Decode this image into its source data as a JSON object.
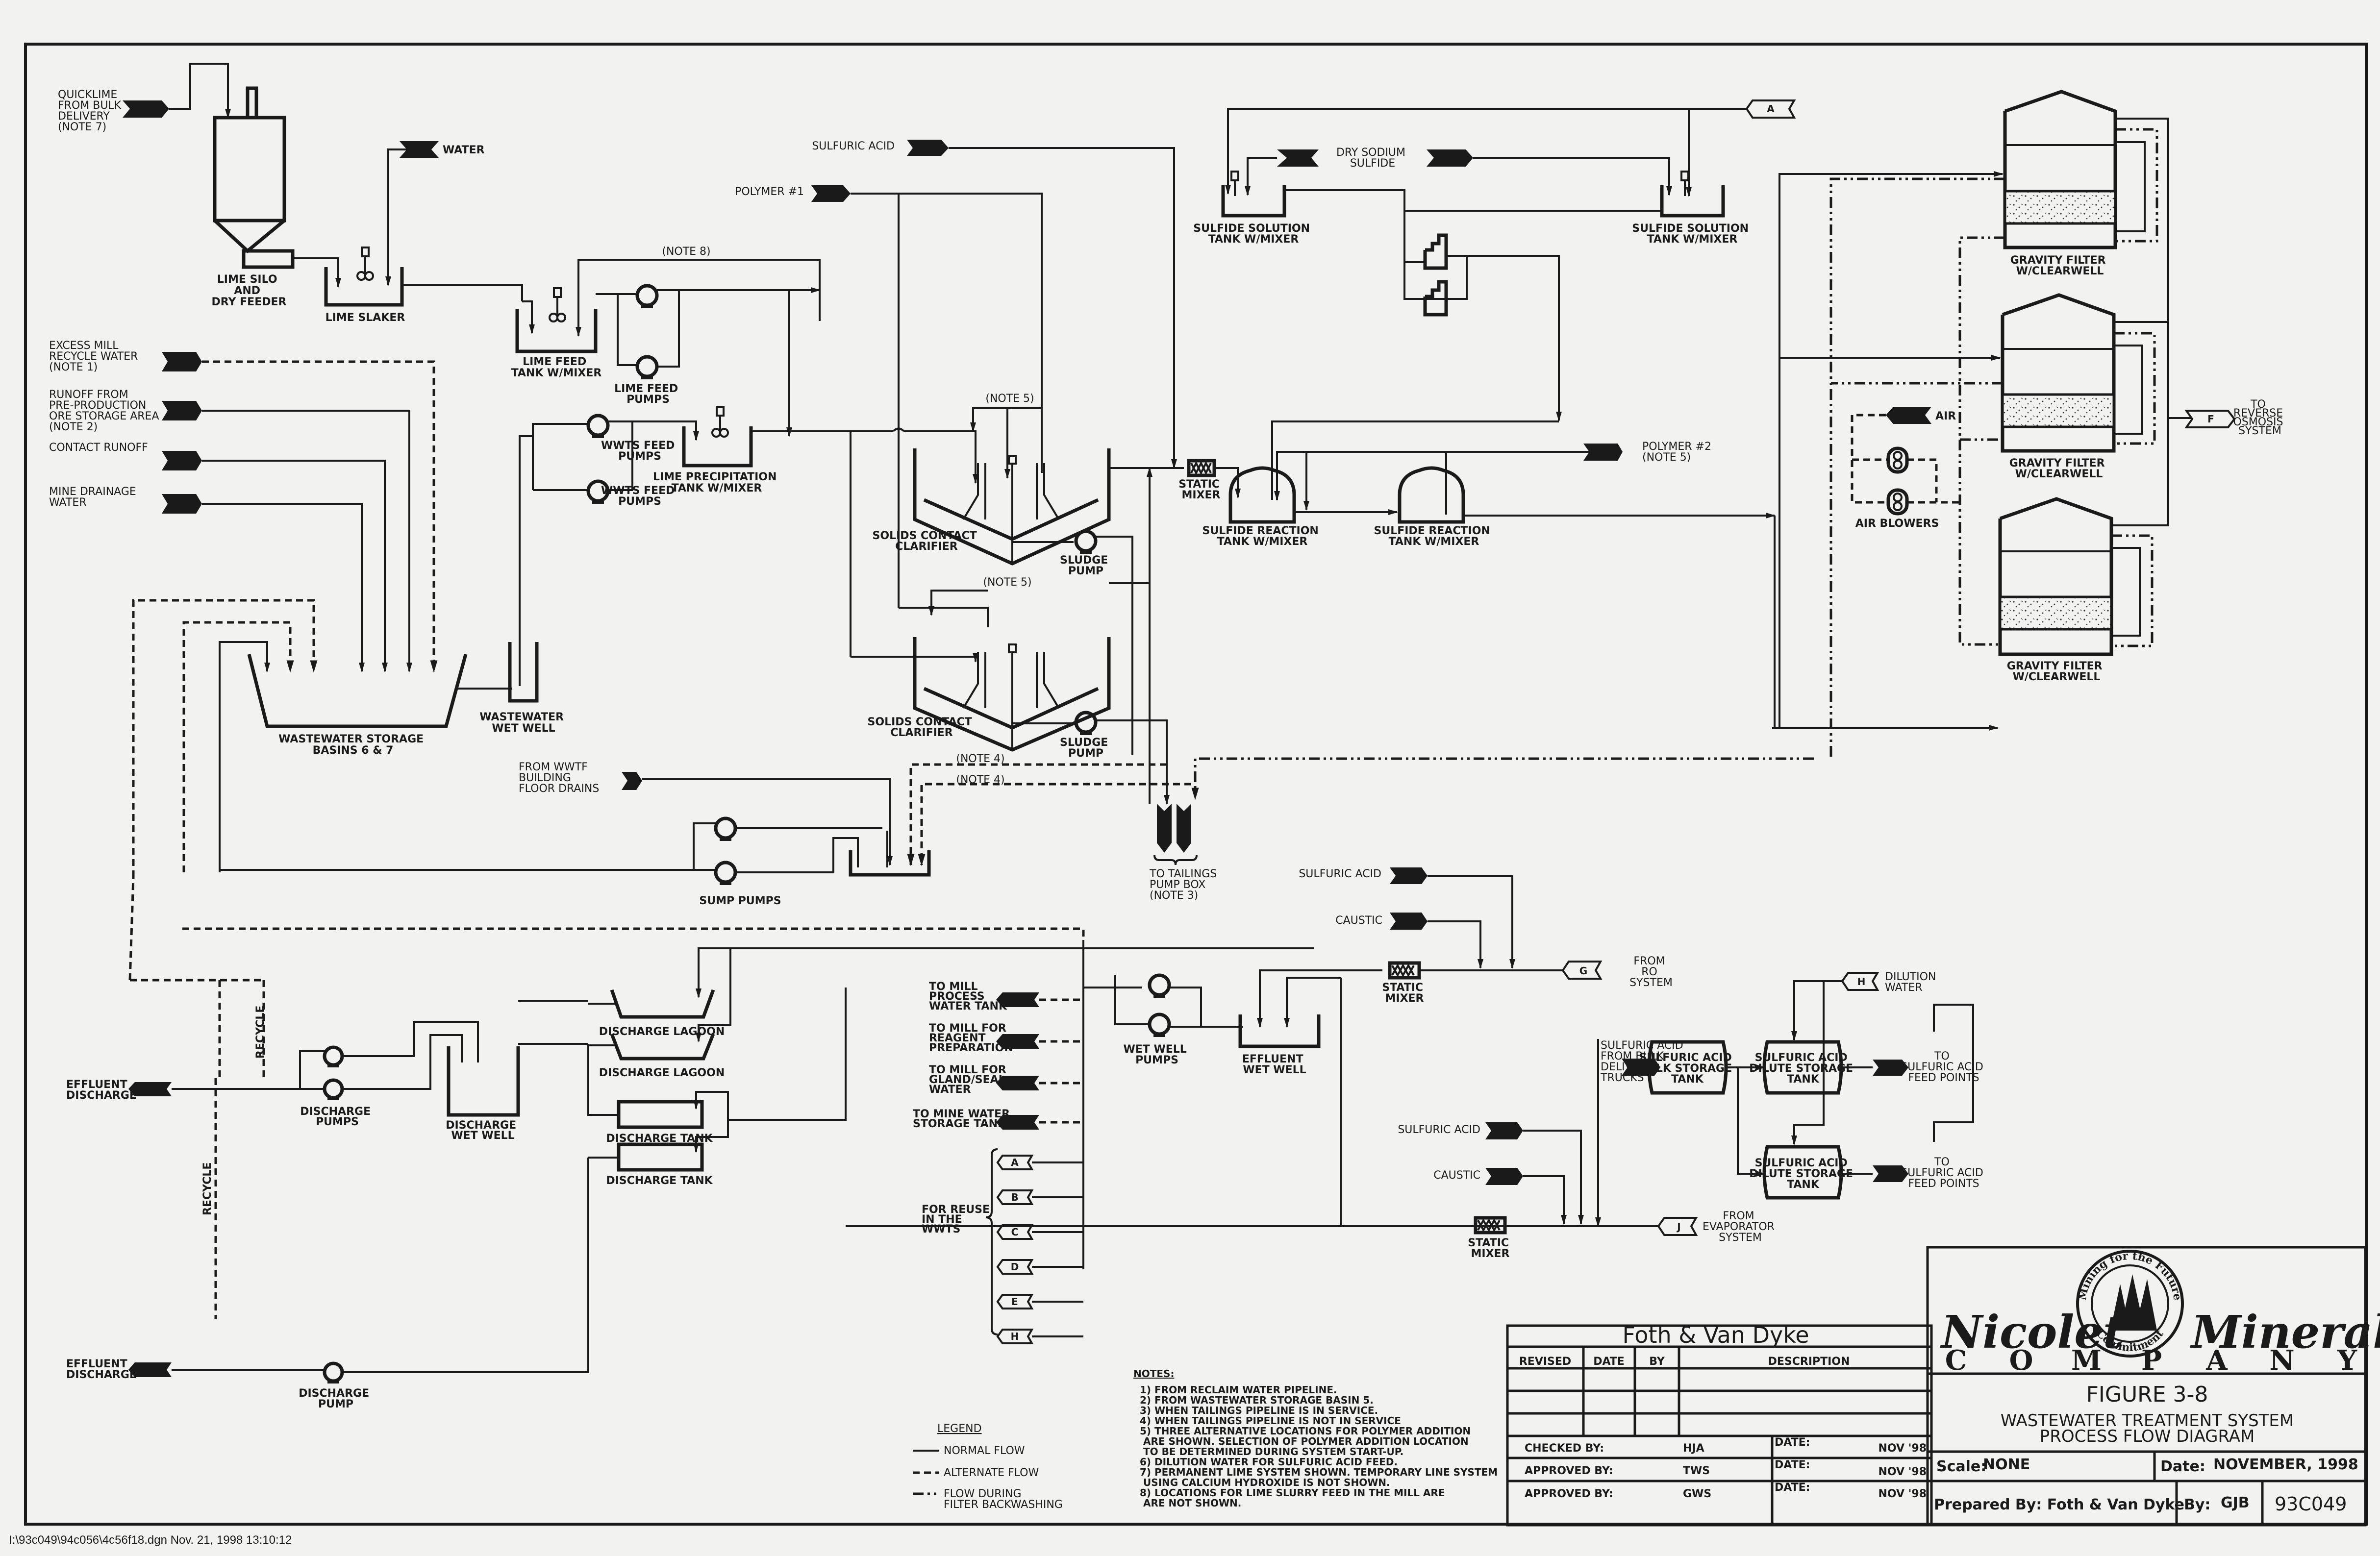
{
  "drawing": {
    "title": "WASTEWATER TREATMENT SYSTEM PROCESS FLOW DIAGRAM",
    "file_footer": "I:\\93c049\\94c056\\4c56f18.dgn  Nov. 21, 1998  13:10:12"
  },
  "inputs": {
    "quicklime": [
      "QUICKLIME",
      "FROM BULK",
      "DELIVERY",
      "(NOTE 7)"
    ],
    "water": "WATER",
    "excess_mill": [
      "EXCESS MILL",
      "RECYCLE WATER",
      "(NOTE 1)"
    ],
    "runoff_preprod": [
      "RUNOFF FROM",
      "PRE-PRODUCTION",
      "ORE STORAGE AREA",
      "(NOTE 2)"
    ],
    "contact_runoff": "CONTACT RUNOFF",
    "mine_drainage": [
      "MINE DRAINAGE",
      "WATER"
    ],
    "sulfuric_acid_1": "SULFURIC ACID",
    "polymer_1": "POLYMER #1",
    "dry_sodium_sulfide": [
      "DRY SODIUM",
      "SULFIDE"
    ],
    "polymer_2": [
      "POLYMER #2",
      "(NOTE 5)"
    ],
    "wwtf_drains": [
      "FROM WWTF",
      "BUILDING",
      "FLOOR DRAINS"
    ],
    "sulfuric_acid_2": "SULFURIC ACID",
    "caustic_1": "CAUSTIC",
    "sulfuric_acid_3": "SULFURIC ACID",
    "caustic_2": "CAUSTIC",
    "sulfuric_bulk": [
      "SULFURIC ACID",
      "FROM BULK",
      "DELIVERY",
      "TRUCKS"
    ],
    "air": "AIR"
  },
  "equipment": {
    "lime_silo": [
      "LIME SILO",
      "AND",
      "DRY FEEDER"
    ],
    "lime_slaker": "LIME SLAKER",
    "lime_feed_tank": [
      "LIME FEED",
      "TANK W/MIXER"
    ],
    "lime_feed_pumps": [
      "LIME FEED",
      "PUMPS"
    ],
    "wwts_feed_pumps_1": [
      "WWTS FEED",
      "PUMPS"
    ],
    "wwts_feed_pumps_2": [
      "WWTS FEED",
      "PUMPS"
    ],
    "lime_precip_tank": [
      "LIME PRECIPITATION",
      "TANK W/MIXER"
    ],
    "storage_basins": [
      "WASTEWATER STORAGE",
      "BASINS 6 & 7"
    ],
    "wastewater_wet_well": [
      "WASTEWATER",
      "WET WELL"
    ],
    "clarifier_1": [
      "SOLIDS CONTACT",
      "CLARIFIER"
    ],
    "clarifier_2": [
      "SOLIDS CONTACT",
      "CLARIFIER"
    ],
    "sludge_pump_1": [
      "SLUDGE",
      "PUMP"
    ],
    "sludge_pump_2": [
      "SLUDGE",
      "PUMP"
    ],
    "static_mixer_1": [
      "STATIC",
      "MIXER"
    ],
    "sulfide_solution_tank_1": [
      "SULFIDE SOLUTION",
      "TANK W/MIXER"
    ],
    "sulfide_solution_tank_2": [
      "SULFIDE SOLUTION",
      "TANK W/MIXER"
    ],
    "sulfide_reaction_tank_1": [
      "SULFIDE REACTION",
      "TANK W/MIXER"
    ],
    "sulfide_reaction_tank_2": [
      "SULFIDE REACTION",
      "TANK W/MIXER"
    ],
    "gravity_filter": [
      "GRAVITY FILTER",
      "W/CLEARWELL"
    ],
    "air_blowers": "AIR BLOWERS",
    "sump_pumps": "SUMP PUMPS",
    "tailings": [
      "TO TAILINGS",
      "PUMP BOX",
      "(NOTE 3)"
    ],
    "static_mixer_2": [
      "STATIC",
      "MIXER"
    ],
    "static_mixer_3": [
      "STATIC",
      "MIXER"
    ],
    "wet_well_pumps": [
      "WET WELL",
      "PUMPS"
    ],
    "effluent_wet_well": [
      "EFFLUENT",
      "WET WELL"
    ],
    "discharge_pumps": [
      "DISCHARGE",
      "PUMPS"
    ],
    "discharge_wet_well": [
      "DISCHARGE",
      "WET WELL"
    ],
    "discharge_lagoon": "DISCHARGE LAGOON",
    "discharge_tank": "DISCHARGE TANK",
    "discharge_pump": [
      "DISCHARGE",
      "PUMP"
    ],
    "bulk_storage_tank": [
      "SULFURIC ACID",
      "BULK STORAGE",
      "TANK"
    ],
    "dilute_storage_tank": [
      "SULFURIC ACID",
      "DILUTE STORAGE",
      "TANK"
    ]
  },
  "outputs": {
    "to_ro": [
      "TO",
      "REVERSE",
      "OSMOSIS",
      "SYSTEM"
    ],
    "from_ro": [
      "FROM",
      "RO",
      "SYSTEM"
    ],
    "dilution_water": [
      "DILUTION",
      "WATER"
    ],
    "to_feed_points": [
      "TO",
      "SULFURIC ACID",
      "FEED POINTS"
    ],
    "from_evaporator": [
      "FROM",
      "EVAPORATOR",
      "SYSTEM"
    ],
    "effluent_discharge": [
      "EFFLUENT",
      "DISCHARGE"
    ],
    "to_mill_process": [
      "TO MILL",
      "PROCESS",
      "WATER TANK"
    ],
    "to_mill_reagent": [
      "TO MILL FOR",
      "REAGENT",
      "PREPARATION"
    ],
    "to_mill_gland": [
      "TO MILL FOR",
      "GLAND/SEAL",
      "WATER"
    ],
    "to_mine_water": [
      "TO MINE WATER",
      "STORAGE TANK"
    ],
    "reuse_label": [
      "FOR REUSE",
      "IN THE",
      "WWTS"
    ],
    "reuse_connectors": [
      "A",
      "B",
      "C",
      "D",
      "E",
      "H"
    ],
    "recycle": "RECYCLE"
  },
  "connectors": {
    "A": "A",
    "F": "F",
    "G": "G",
    "H": "H",
    "J": "J"
  },
  "annotations": {
    "note8": "(NOTE 8)",
    "note5": "(NOTE 5)",
    "note4": "(NOTE 4)"
  },
  "legend": {
    "title": "LEGEND",
    "items": [
      {
        "style": "solid",
        "label": "NORMAL FLOW"
      },
      {
        "style": "dashed",
        "label": "ALTERNATE FLOW"
      },
      {
        "style": "dashdot",
        "label": [
          "FLOW DURING",
          "FILTER BACKWASHING"
        ]
      }
    ]
  },
  "notes": {
    "title": "NOTES:",
    "items": [
      "1) FROM RECLAIM WATER PIPELINE.",
      "2) FROM WASTEWATER STORAGE BASIN 5.",
      "3) WHEN TAILINGS PIPELINE IS IN SERVICE.",
      "4) WHEN TAILINGS PIPELINE IS NOT IN SERVICE",
      "5) THREE ALTERNATIVE LOCATIONS FOR POLYMER ADDITION",
      "    ARE SHOWN. SELECTION OF POLYMER ADDITION LOCATION",
      "    TO BE DETERMINED DURING SYSTEM START-UP.",
      "6) DILUTION WATER FOR SULFURIC ACID FEED.",
      "7) PERMANENT LIME SYSTEM SHOWN. TEMPORARY LINE SYSTEM",
      "    USING CALCIUM HYDROXIDE IS NOT SHOWN.",
      "8) LOCATIONS FOR LIME SLURRY FEED IN THE MILL ARE",
      "    ARE NOT SHOWN."
    ]
  },
  "revision_block": {
    "firm": "Foth & Van Dyke",
    "headers": [
      "REVISED",
      "DATE",
      "BY",
      "DESCRIPTION"
    ],
    "rows": [
      [
        "",
        "",
        "",
        ""
      ],
      [
        "",
        "",
        "",
        ""
      ],
      [
        "",
        "",
        "",
        ""
      ]
    ],
    "signoffs": [
      {
        "role": "CHECKED BY:",
        "initials": "HJA",
        "date_label": "DATE:",
        "date": "NOV '98"
      },
      {
        "role": "APPROVED BY:",
        "initials": "TWS",
        "date_label": "DATE:",
        "date": "NOV '98"
      },
      {
        "role": "APPROVED BY:",
        "initials": "GWS",
        "date_label": "DATE:",
        "date": "NOV '98"
      }
    ]
  },
  "title_block": {
    "company_left": "Nicolet",
    "company_right": "Minerals",
    "company_sub": [
      "C",
      "O",
      "M",
      "P",
      "A",
      "N",
      "Y"
    ],
    "seal_top": "Mining for the Future",
    "seal_bottom": "Commitment",
    "figure": "FIGURE 3-8",
    "subtitle_1": "WASTEWATER TREATMENT SYSTEM",
    "subtitle_2": "PROCESS FLOW DIAGRAM",
    "scale_label": "Scale:",
    "scale": "NONE",
    "date_label": "Date:",
    "date": "NOVEMBER, 1998",
    "prepared_label": "Prepared By: Foth & Van Dyke",
    "by_label": "By:",
    "by": "GJB",
    "project_no": "93C049"
  }
}
